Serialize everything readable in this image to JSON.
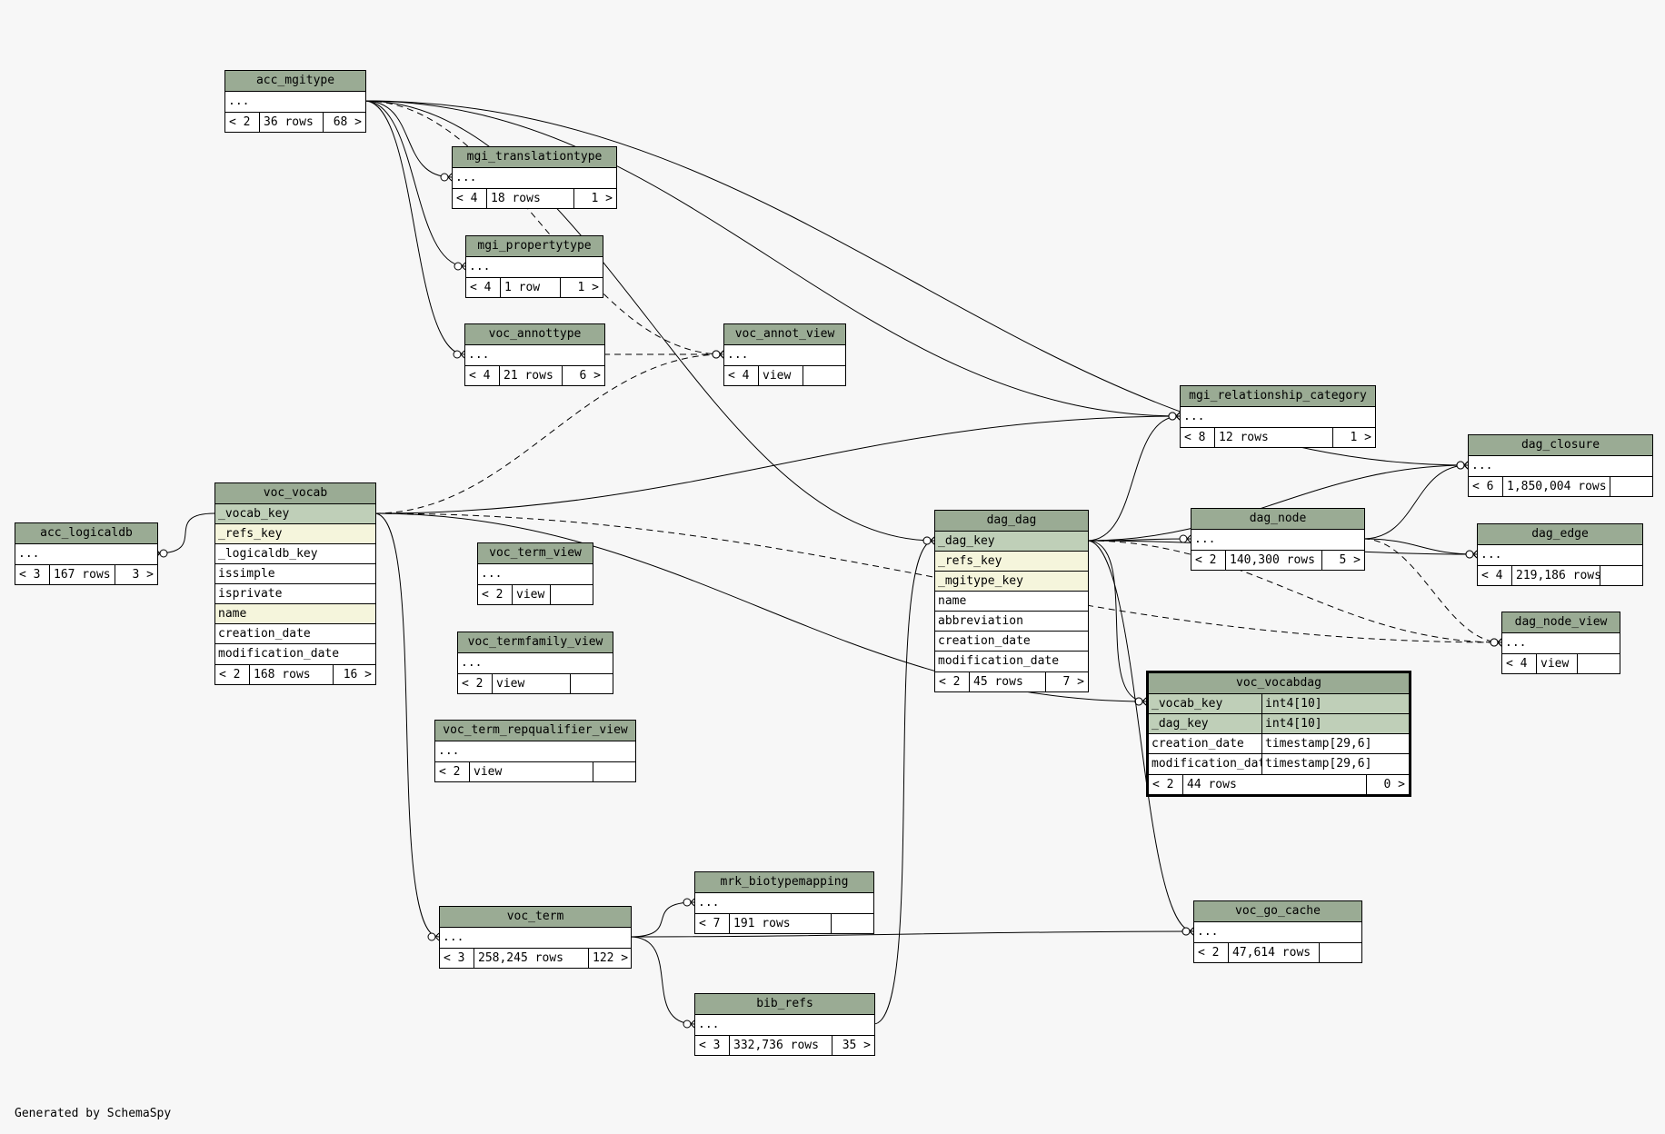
{
  "tables": [
    {
      "id": "acc_mgitype",
      "name": "acc_mgitype",
      "rows": [
        "..."
      ],
      "footer": [
        "< 2",
        "36 rows",
        "68 >"
      ]
    },
    {
      "id": "mgi_translationtype",
      "name": "mgi_translationtype",
      "rows": [
        "..."
      ],
      "footer": [
        "< 4",
        "18 rows",
        "1 >"
      ]
    },
    {
      "id": "mgi_propertytype",
      "name": "mgi_propertytype",
      "rows": [
        "..."
      ],
      "footer": [
        "< 4",
        "1 row",
        "1 >"
      ]
    },
    {
      "id": "voc_annottype",
      "name": "voc_annottype",
      "rows": [
        "..."
      ],
      "footer": [
        "< 4",
        "21 rows",
        "6 >"
      ]
    },
    {
      "id": "voc_annot_view",
      "name": "voc_annot_view",
      "rows": [
        "..."
      ],
      "footer": [
        "< 4",
        "view",
        ""
      ]
    },
    {
      "id": "acc_logicaldb",
      "name": "acc_logicaldb",
      "rows": [
        "..."
      ],
      "footer": [
        "< 3",
        "167 rows",
        "3 >"
      ]
    },
    {
      "id": "voc_vocab",
      "name": "voc_vocab",
      "rows": [
        "_vocab_key",
        "_refs_key",
        "_logicaldb_key",
        "issimple",
        "isprivate",
        "name",
        "creation_date",
        "modification_date"
      ],
      "kinds": [
        "pk",
        "fk",
        "",
        "",
        "",
        "fk",
        "",
        ""
      ],
      "footer": [
        "< 2",
        "168 rows",
        "16 >"
      ]
    },
    {
      "id": "voc_term_view",
      "name": "voc_term_view",
      "rows": [
        "..."
      ],
      "footer": [
        "< 2",
        "view",
        ""
      ]
    },
    {
      "id": "voc_termfamily_view",
      "name": "voc_termfamily_view",
      "rows": [
        "..."
      ],
      "footer": [
        "< 2",
        "view",
        ""
      ]
    },
    {
      "id": "voc_term_repqualifier_view",
      "name": "voc_term_repqualifier_view",
      "rows": [
        "..."
      ],
      "footer": [
        "< 2",
        "view",
        ""
      ]
    },
    {
      "id": "mrk_biotypemapping",
      "name": "mrk_biotypemapping",
      "rows": [
        "..."
      ],
      "footer": [
        "< 7",
        "191 rows",
        ""
      ]
    },
    {
      "id": "voc_term",
      "name": "voc_term",
      "rows": [
        "..."
      ],
      "footer": [
        "< 3",
        "258,245 rows",
        "122 >"
      ]
    },
    {
      "id": "bib_refs",
      "name": "bib_refs",
      "rows": [
        "..."
      ],
      "footer": [
        "< 3",
        "332,736 rows",
        "35 >"
      ]
    },
    {
      "id": "dag_dag",
      "name": "dag_dag",
      "rows": [
        "_dag_key",
        "_refs_key",
        "_mgitype_key",
        "name",
        "abbreviation",
        "creation_date",
        "modification_date"
      ],
      "kinds": [
        "pk",
        "fk",
        "fk",
        "",
        "",
        "",
        ""
      ],
      "footer": [
        "< 2",
        "45 rows",
        "7 >"
      ]
    },
    {
      "id": "dag_node",
      "name": "dag_node",
      "rows": [
        "..."
      ],
      "footer": [
        "< 2",
        "140,300 rows",
        "5 >"
      ]
    },
    {
      "id": "mgi_relationship_category",
      "name": "mgi_relationship_category",
      "rows": [
        "..."
      ],
      "footer": [
        "< 8",
        "12 rows",
        "1 >"
      ]
    },
    {
      "id": "dag_closure",
      "name": "dag_closure",
      "rows": [
        "..."
      ],
      "footer": [
        "< 6",
        "1,850,004 rows",
        ""
      ]
    },
    {
      "id": "dag_edge",
      "name": "dag_edge",
      "rows": [
        "..."
      ],
      "footer": [
        "< 4",
        "219,186 rows",
        ""
      ]
    },
    {
      "id": "dag_node_view",
      "name": "dag_node_view",
      "rows": [
        "..."
      ],
      "footer": [
        "< 4",
        "view",
        ""
      ]
    },
    {
      "id": "voc_vocabdag",
      "name": "voc_vocabdag",
      "rows": [
        [
          "_vocab_key",
          "int4[10]"
        ],
        [
          "_dag_key",
          "int4[10]"
        ],
        [
          "creation_date",
          "timestamp[29,6]"
        ],
        [
          "modification_date",
          "timestamp[29,6]"
        ]
      ],
      "kinds": [
        "pk",
        "pk",
        "",
        ""
      ],
      "footer": [
        "< 2",
        "44 rows",
        "0 >"
      ]
    },
    {
      "id": "voc_go_cache",
      "name": "voc_go_cache",
      "rows": [
        "..."
      ],
      "footer": [
        "< 2",
        "47,614 rows",
        ""
      ]
    }
  ],
  "edges": [
    {
      "from": "voc_vocab",
      "to": "mgi_relationship_category",
      "style": "solid"
    },
    {
      "from": "voc_vocab",
      "to": "acc_logicaldb",
      "style": "solid"
    },
    {
      "from": "voc_vocab",
      "to": "voc_vocabdag",
      "style": "solid"
    },
    {
      "from": "voc_vocab",
      "to": "voc_term",
      "style": "solid"
    },
    {
      "from": "voc_vocab",
      "to": "voc_annot_view",
      "style": "dashed"
    },
    {
      "from": "voc_vocab",
      "to": "dag_node_view",
      "style": "dashed"
    },
    {
      "from": "dag_dag",
      "to": "voc_vocabdag",
      "style": "solid"
    },
    {
      "from": "dag_dag",
      "to": "dag_node",
      "style": "solid"
    },
    {
      "from": "dag_dag",
      "to": "dag_closure",
      "style": "solid"
    },
    {
      "from": "dag_dag",
      "to": "dag_edge",
      "style": "solid"
    },
    {
      "from": "dag_dag",
      "to": "voc_go_cache",
      "style": "solid"
    },
    {
      "from": "dag_dag",
      "to": "mgi_relationship_category",
      "style": "solid"
    },
    {
      "from": "dag_dag",
      "to": "dag_node_view",
      "style": "dashed"
    },
    {
      "from": "acc_mgitype",
      "to": "dag_dag",
      "style": "solid"
    },
    {
      "from": "acc_mgitype",
      "to": "mgi_translationtype",
      "style": "solid"
    },
    {
      "from": "acc_mgitype",
      "to": "mgi_propertytype",
      "style": "solid"
    },
    {
      "from": "acc_mgitype",
      "to": "voc_annottype",
      "style": "solid"
    },
    {
      "from": "acc_mgitype",
      "to": "mgi_relationship_category",
      "style": "solid"
    },
    {
      "from": "acc_mgitype",
      "to": "dag_closure",
      "style": "solid"
    },
    {
      "from": "acc_mgitype",
      "to": "voc_annot_view",
      "style": "dashed"
    },
    {
      "from": "voc_term",
      "to": "mrk_biotypemapping",
      "style": "solid"
    },
    {
      "from": "voc_term",
      "to": "voc_go_cache",
      "style": "solid"
    },
    {
      "from": "voc_term",
      "to": "bib_refs",
      "style": "solid"
    },
    {
      "from": "bib_refs",
      "to": "dag_dag",
      "style": "solid"
    },
    {
      "from": "dag_node",
      "to": "dag_closure",
      "style": "solid"
    },
    {
      "from": "dag_node",
      "to": "dag_edge",
      "style": "solid"
    },
    {
      "from": "dag_node",
      "to": "dag_node_view",
      "style": "dashed"
    },
    {
      "from": "voc_annottype",
      "to": "voc_annot_view",
      "style": "dashed"
    }
  ],
  "footer_text": "Generated by SchemaSpy"
}
